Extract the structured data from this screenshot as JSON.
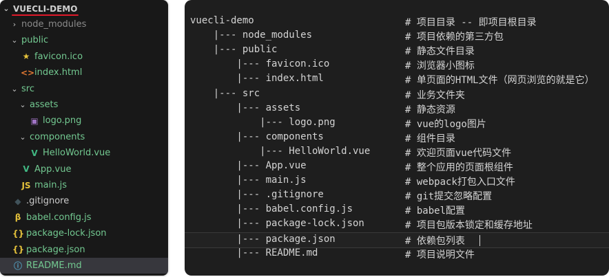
{
  "explorer": {
    "root_label": "VUECLI-DEMO",
    "items": [
      {
        "label": "node_modules",
        "chevron": "›",
        "icon": "",
        "icon_name": "",
        "color": "#8b8b8b",
        "icon_color": "",
        "depth": 0
      },
      {
        "label": "public",
        "chevron": "⌄",
        "icon": "",
        "icon_name": "",
        "color": "#73c991",
        "icon_color": "",
        "depth": 0
      },
      {
        "label": "favicon.ico",
        "chevron": "",
        "icon": "★",
        "icon_name": "star-icon",
        "color": "#73c991",
        "icon_color": "#e5c23b",
        "depth": 1
      },
      {
        "label": "index.html",
        "chevron": "",
        "icon": "<>",
        "icon_name": "html-file-icon",
        "color": "#73c991",
        "icon_color": "#e37933",
        "depth": 1
      },
      {
        "label": "src",
        "chevron": "⌄",
        "icon": "",
        "icon_name": "",
        "color": "#73c991",
        "icon_color": "",
        "depth": 0
      },
      {
        "label": "assets",
        "chevron": "⌄",
        "icon": "",
        "icon_name": "",
        "color": "#73c991",
        "icon_color": "",
        "depth": 1
      },
      {
        "label": "logo.png",
        "chevron": "",
        "icon": "▣",
        "icon_name": "image-file-icon",
        "color": "#73c991",
        "icon_color": "#a074c4",
        "depth": 2
      },
      {
        "label": "components",
        "chevron": "⌄",
        "icon": "",
        "icon_name": "",
        "color": "#73c991",
        "icon_color": "",
        "depth": 1
      },
      {
        "label": "HelloWorld.vue",
        "chevron": "",
        "icon": "V",
        "icon_name": "vue-file-icon",
        "color": "#73c991",
        "icon_color": "#41b883",
        "depth": 2
      },
      {
        "label": "App.vue",
        "chevron": "",
        "icon": "V",
        "icon_name": "vue-file-icon",
        "color": "#73c991",
        "icon_color": "#41b883",
        "depth": 1
      },
      {
        "label": "main.js",
        "chevron": "",
        "icon": "JS",
        "icon_name": "js-file-icon",
        "color": "#73c991",
        "icon_color": "#e5c23b",
        "depth": 1
      },
      {
        "label": ".gitignore",
        "chevron": "",
        "icon": "◆",
        "icon_name": "git-file-icon",
        "color": "#cccccc",
        "icon_color": "#41535b",
        "depth": 0
      },
      {
        "label": "babel.config.js",
        "chevron": "",
        "icon": "β",
        "icon_name": "babel-file-icon",
        "color": "#73c991",
        "icon_color": "#e5c23b",
        "depth": 0
      },
      {
        "label": "package-lock.json",
        "chevron": "",
        "icon": "{}",
        "icon_name": "json-file-icon",
        "color": "#73c991",
        "icon_color": "#e5c23b",
        "depth": 0
      },
      {
        "label": "package.json",
        "chevron": "",
        "icon": "{}",
        "icon_name": "json-file-icon",
        "color": "#73c991",
        "icon_color": "#e5c23b",
        "depth": 0
      },
      {
        "label": "README.md",
        "chevron": "",
        "icon": "ⓘ",
        "icon_name": "info-file-icon",
        "color": "#73c991",
        "icon_color": "#519aba",
        "depth": 0,
        "selected": true
      }
    ]
  },
  "tree": {
    "lines": [
      {
        "left": "vuecli-demo",
        "right": "# 项目目录 -- 即项目根目录"
      },
      {
        "left": "    |--- node_modules",
        "right": "# 项目依赖的第三方包"
      },
      {
        "left": "    |--- public",
        "right": "# 静态文件目录"
      },
      {
        "left": "        |--- favicon.ico",
        "right": "# 浏览器小图标"
      },
      {
        "left": "        |--- index.html",
        "right": "# 单页面的HTML文件（网页浏览的就是它）"
      },
      {
        "left": "    |--- src",
        "right": "# 业务文件夹"
      },
      {
        "left": "        |--- assets",
        "right": "# 静态资源"
      },
      {
        "left": "            |--- logo.png",
        "right": "# vue的logo图片"
      },
      {
        "left": "        |--- components",
        "right": "# 组件目录"
      },
      {
        "left": "            |--- HelloWorld.vue",
        "right": "# 欢迎页面vue代码文件"
      },
      {
        "left": "        |--- App.vue",
        "right": "# 整个应用的页面根组件"
      },
      {
        "left": "        |--- main.js",
        "right": "# webpack打包入口文件"
      },
      {
        "left": "        |--- .gitignore",
        "right": "# git提交忽略配置"
      },
      {
        "left": "        |--- babel.config.js",
        "right": "# babel配置"
      },
      {
        "left": "        |--- package-lock.json",
        "right": "# 项目包版本锁定和缓存地址"
      },
      {
        "left": "        |--- package.json",
        "right": "# 依赖包列表",
        "highlight": true
      },
      {
        "left": "        |--- README.md",
        "right": "# 项目说明文件"
      }
    ]
  },
  "colors": {
    "explorer_bg": "#181818",
    "tree_bg": "#1e1e1e",
    "git_added": "#73c991",
    "root_underline": "#e0192a"
  }
}
